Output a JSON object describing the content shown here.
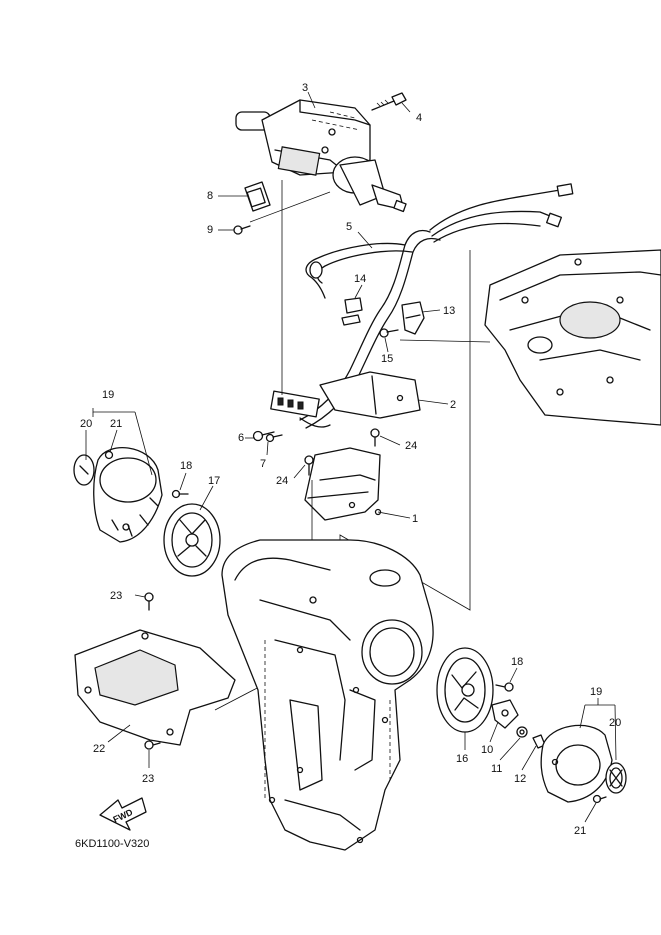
{
  "diagram": {
    "code": "6KD1100-V320",
    "fwd_label": "FWD",
    "callouts": [
      {
        "id": "c3",
        "text": "3"
      },
      {
        "id": "c4",
        "text": "4"
      },
      {
        "id": "c8",
        "text": "8"
      },
      {
        "id": "c9",
        "text": "9"
      },
      {
        "id": "c5",
        "text": "5"
      },
      {
        "id": "c14",
        "text": "14"
      },
      {
        "id": "c13",
        "text": "13"
      },
      {
        "id": "c15",
        "text": "15"
      },
      {
        "id": "c2",
        "text": "2"
      },
      {
        "id": "c24a",
        "text": "24"
      },
      {
        "id": "c6",
        "text": "6"
      },
      {
        "id": "c7",
        "text": "7"
      },
      {
        "id": "c24b",
        "text": "24"
      },
      {
        "id": "c1",
        "text": "1"
      },
      {
        "id": "c19a",
        "text": "19"
      },
      {
        "id": "c20a",
        "text": "20"
      },
      {
        "id": "c21a",
        "text": "21"
      },
      {
        "id": "c18a",
        "text": "18"
      },
      {
        "id": "c17",
        "text": "17"
      },
      {
        "id": "c23a",
        "text": "23"
      },
      {
        "id": "c22",
        "text": "22"
      },
      {
        "id": "c23b",
        "text": "23"
      },
      {
        "id": "c18b",
        "text": "18"
      },
      {
        "id": "c19b",
        "text": "19"
      },
      {
        "id": "c20b",
        "text": "20"
      },
      {
        "id": "c16",
        "text": "16"
      },
      {
        "id": "c10",
        "text": "10"
      },
      {
        "id": "c11",
        "text": "11"
      },
      {
        "id": "c12",
        "text": "12"
      },
      {
        "id": "c21b",
        "text": "21"
      }
    ]
  }
}
